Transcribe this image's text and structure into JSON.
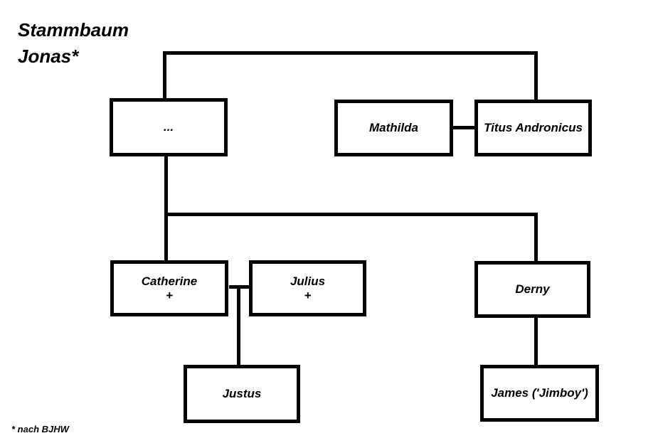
{
  "title": {
    "line1": "Stammbaum",
    "line2": "Jonas*"
  },
  "footnote": "* nach BJHW",
  "colors": {
    "line": "#000000",
    "box_border": "#000000",
    "background": "#ffffff",
    "text": "#000000"
  },
  "diagram_type": "family-tree",
  "nodes": {
    "unknown": {
      "label": "..."
    },
    "mathilda": {
      "label": "Mathilda"
    },
    "titus": {
      "label": "Titus Andronicus"
    },
    "catherine": {
      "label": "Catherine",
      "sublabel": "+"
    },
    "julius": {
      "label": "Julius",
      "sublabel": "+"
    },
    "derny": {
      "label": "Derny"
    },
    "justus": {
      "label": "Justus"
    },
    "james": {
      "label": "James ('Jimboy')"
    }
  },
  "relations": [
    "unknown -- titus (top bracket couple line)",
    "mathilda -- titus (couple connector)",
    "unknown -> catherine (child rail)",
    "unknown -> derny (child rail)",
    "catherine -- julius (couple connector)",
    "catherine/julius -> justus",
    "derny -> james"
  ]
}
